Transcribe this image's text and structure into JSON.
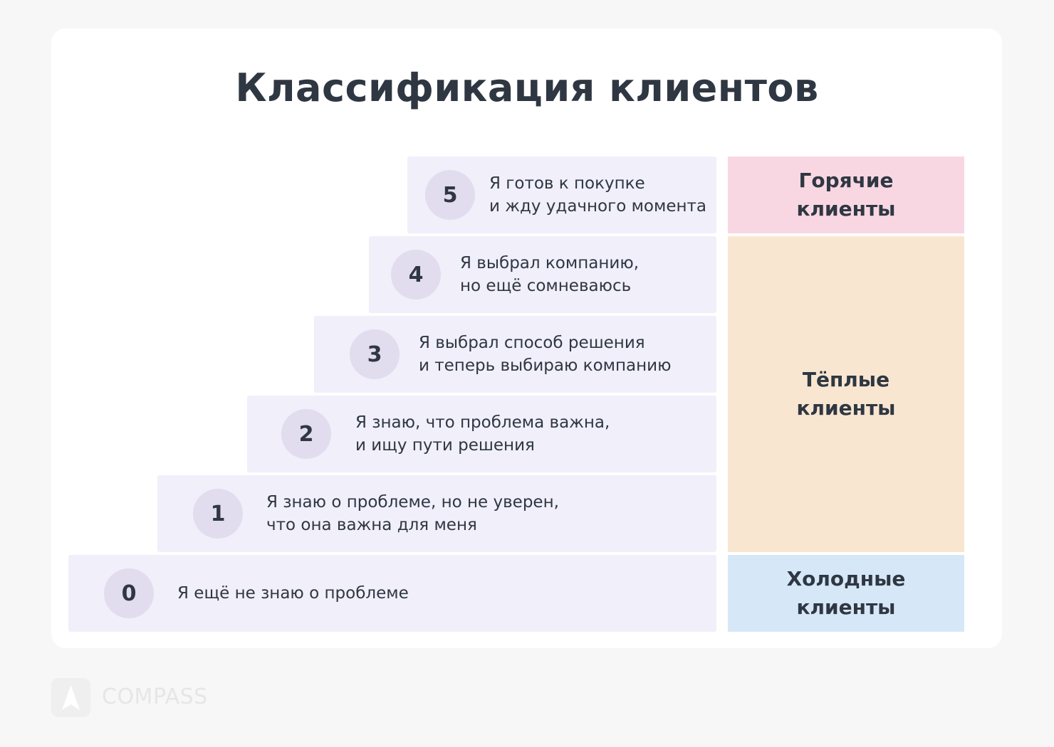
{
  "title": "Классификация клиентов",
  "steps": [
    {
      "num": "0",
      "line1": "Я ещё не знаю о проблеме",
      "line2": ""
    },
    {
      "num": "1",
      "line1": "Я знаю о проблеме, но не уверен,",
      "line2": "что она важна для меня"
    },
    {
      "num": "2",
      "line1": "Я знаю, что проблема важна,",
      "line2": "и ищу пути решения"
    },
    {
      "num": "3",
      "line1": "Я выбрал способ решения",
      "line2": "и теперь выбираю компанию"
    },
    {
      "num": "4",
      "line1": "Я выбрал компанию,",
      "line2": "но ещё сомневаюсь"
    },
    {
      "num": "5",
      "line1": "Я готов к покупке",
      "line2": "и жду удачного момента"
    }
  ],
  "segments": {
    "hot": {
      "line1": "Горячие",
      "line2": "клиенты",
      "color": "#f8d7e3"
    },
    "warm": {
      "line1": "Тёплые",
      "line2": "клиенты",
      "color": "#f9e6d1"
    },
    "cold": {
      "line1": "Холодные",
      "line2": "клиенты",
      "color": "#d6e8f8"
    }
  },
  "brand": "COMPASS"
}
